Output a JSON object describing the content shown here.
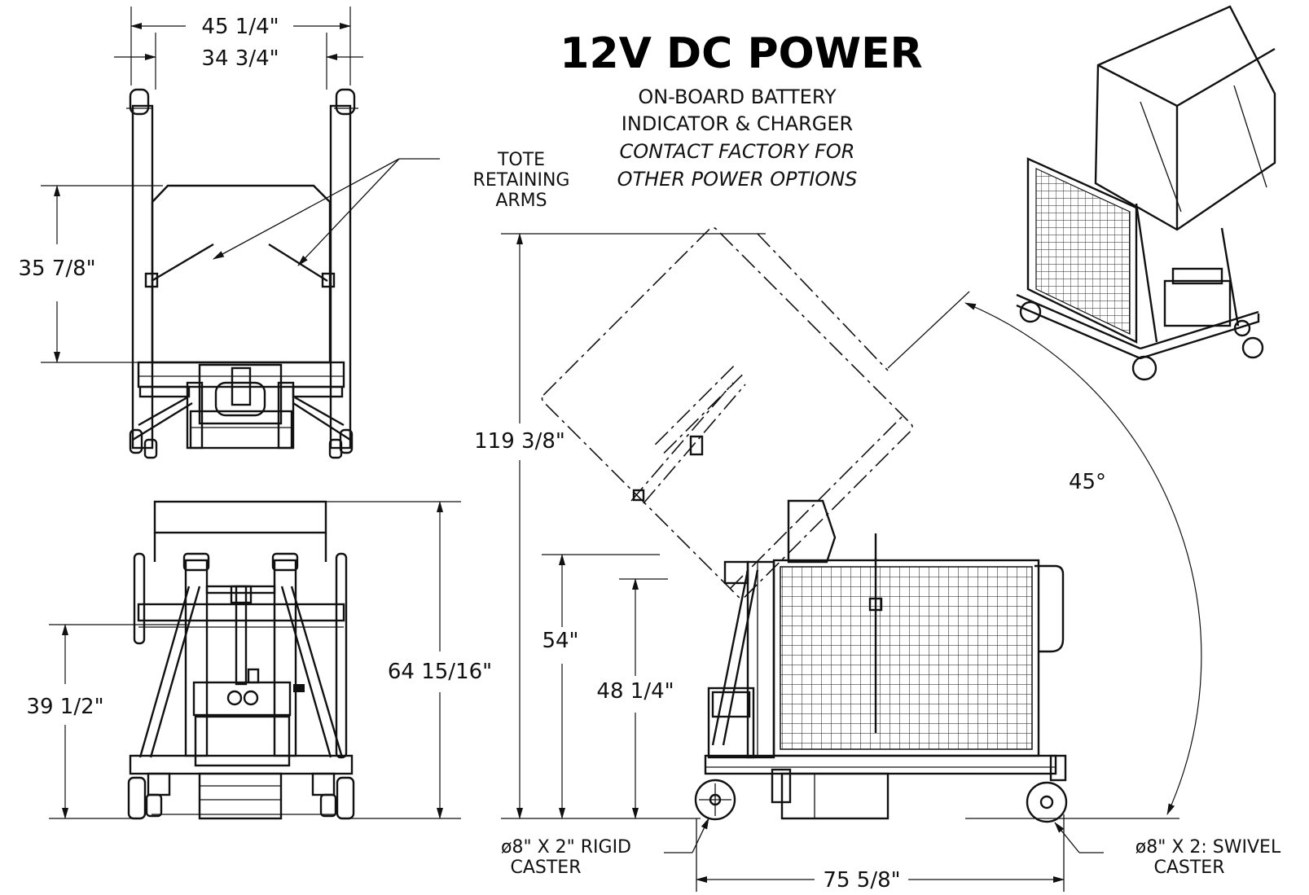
{
  "heading": {
    "title": "12V DC POWER",
    "line1": "ON-BOARD BATTERY",
    "line2": "INDICATOR & CHARGER",
    "line3": "CONTACT FACTORY FOR",
    "line4": "OTHER POWER OPTIONS"
  },
  "labels": {
    "tote_line1": "TOTE",
    "tote_line2": "RETAINING",
    "tote_line3": "ARMS",
    "rigid_line1": "ø8\"  X  2\"  RIGID",
    "rigid_line2": "CASTER",
    "swivel_line1": "ø8\"  X  2:  SWIVEL",
    "swivel_line2": "CASTER"
  },
  "dimensions": {
    "overall_width": "45  1/4\"",
    "inner_width": "34  3/4\"",
    "tote_depth": "35  7/8\"",
    "rear_height": "39  1/2\"",
    "rear_overall_height": "64  15/16\"",
    "max_dump_height": "119  3/8\"",
    "load_height": "54\"",
    "platform_height": "48  1/4\"",
    "tilt_angle": "45°",
    "overall_length": "75  5/8\""
  }
}
